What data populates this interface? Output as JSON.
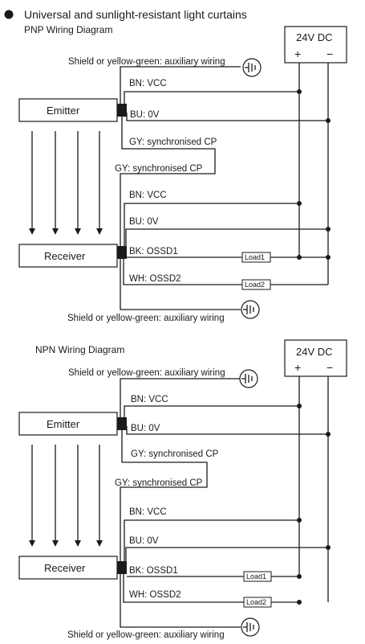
{
  "header": {
    "title": "Universal and sunlight-resistant light curtains"
  },
  "pnp": {
    "subtitle": "PNP Wiring Diagram",
    "supply_label": "24V DC",
    "plus": "+",
    "minus": "−",
    "shield_top": "Shield or yellow-green: auxiliary wiring",
    "emitter": "Emitter",
    "emitter_bn": "BN: VCC",
    "emitter_bu": "BU: 0V",
    "emitter_gy": "GY: synchronised CP",
    "receiver_gy": "GY: synchronised CP",
    "receiver_bn": "BN: VCC",
    "receiver_bu": "BU: 0V",
    "receiver": "Receiver",
    "bk": "BK: OSSD1",
    "wh": "WH: OSSD2",
    "load1": "Load1",
    "load2": "Load2",
    "shield_bottom": "Shield or yellow-green: auxiliary wiring"
  },
  "npn": {
    "subtitle": "NPN Wiring Diagram",
    "supply_label": "24V DC",
    "plus": "+",
    "minus": "−",
    "shield_top": "Shield or yellow-green: auxiliary wiring",
    "emitter": "Emitter",
    "emitter_bn": "BN: VCC",
    "emitter_bu": "BU: 0V",
    "emitter_gy": "GY: synchronised CP",
    "receiver_gy": "GY: synchronised CP",
    "receiver_bn": "BN: VCC",
    "receiver_bu": "BU: 0V",
    "receiver": "Receiver",
    "bk": "BK: OSSD1",
    "wh": "WH: OSSD2",
    "load1": "Load1",
    "load2": "Load2",
    "shield_bottom": "Shield or yellow-green: auxiliary wiring"
  },
  "icons": {
    "bullet": "filled-circle",
    "ground": "ground-symbol",
    "arrow": "down-arrow"
  }
}
